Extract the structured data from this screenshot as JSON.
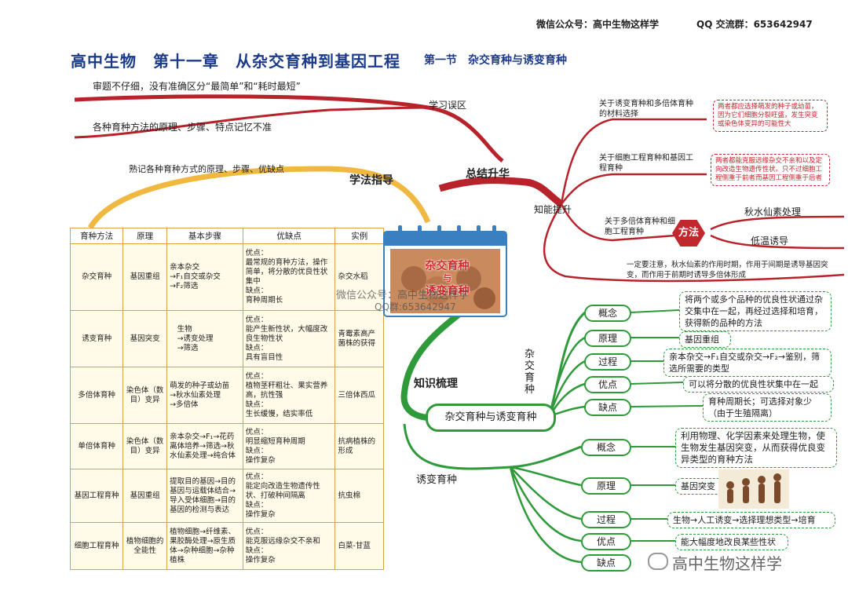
{
  "header": {
    "wechat": "微信公众号：高中生物这样学",
    "qq": "QQ 交流群：653642947",
    "title_main": "高中生物　第十一章　从杂交育种到基因工程",
    "title_section": "第一节　杂交育种与诱变育种"
  },
  "center": {
    "title_line1": "杂交育种",
    "title_line2": "与",
    "title_line3": "诱变育种",
    "watermark1": "微信公众号：高中生物这样学",
    "watermark2": "QQ群:653642947"
  },
  "top_branch": {
    "summary_label": "总结升华",
    "mistakes_label": "学习误区",
    "mistake1": "审题不仔细，没有准确区分“最简单”和“耗时最短”",
    "mistake2": "各种育种方法的原理、步骤、特点记忆不准",
    "guide_label": "学法指导",
    "guide_text": "熟记各种育种方式的原理、步骤、优缺点",
    "ability_label": "知能提升",
    "ability1_title": "关于诱变育种和多倍体育种的材料选择",
    "ability1_note": "两者都应选择萌发的种子或幼苗，因为它们细胞分裂旺盛，发生突变或染色体变异的可能性大",
    "ability2_title": "关于细胞工程育种和基因工程育种",
    "ability2_note": "两者都能克服远缘杂交不亲和以及定向改造生物遗传性状。只不过细胞工程侧重于前者而基因工程侧重于后者",
    "ability3_title": "关于多倍体育种和细胞工程育种",
    "method_label": "方法",
    "method1": "秋水仙素处理",
    "method2": "低温诱导",
    "ability_note": "一定要注意，秋水仙素的作用时期，作用于间期是诱导基因突变，而作用于前期时诱导多倍体形成"
  },
  "knowledge": {
    "label": "知识梳理",
    "root": "杂交育种与诱变育种",
    "hybrid_label": "杂交育种",
    "hybrid": [
      {
        "name": "概念",
        "desc": "将两个或多个品种的优良性状通过杂交集中在一起，再经过选择和培育，获得新的品种的方法"
      },
      {
        "name": "原理",
        "desc": "基因重组"
      },
      {
        "name": "过程",
        "desc": "亲本杂交→F₁自交或杂交→F₂→鉴别，筛选所需要的类型"
      },
      {
        "name": "优点",
        "desc": "可以将分散的优良性状集中在一起"
      },
      {
        "name": "缺点",
        "desc": "育种周期长；可选择对象少（由于生殖隔离）"
      }
    ],
    "mutation_label": "诱变育种",
    "mutation": [
      {
        "name": "概念",
        "desc": "利用物理、化学因素来处理生物，使生物发生基因突变，从而获得优良变异类型的育种方法"
      },
      {
        "name": "原理",
        "desc": "基因突变"
      },
      {
        "name": "过程",
        "desc": "生物→人工诱变→选择理想类型→培育"
      },
      {
        "name": "优点",
        "desc": "能大幅度地改良某些性状"
      },
      {
        "name": "缺点",
        "desc": ""
      }
    ],
    "footer_watermark": "高中生物这样学"
  },
  "table": {
    "headers": [
      "育种方法",
      "原理",
      "基本步骤",
      "优缺点",
      "实例"
    ],
    "rows": [
      {
        "method": "杂交育种",
        "principle": "基因重组",
        "steps": "亲本杂交\n→F₁自交或杂交\n→F₂筛选",
        "pros": "优点：\n最常规的育种方法，操作简单，将分散的优良性状集中\n缺点：\n育种周期长",
        "example": "杂交水稻"
      },
      {
        "method": "诱变育种",
        "principle": "基因突变",
        "steps": "　生物\n　→诱变处理\n　→筛选",
        "pros": "优点：\n能产生新性状，大幅度改良生物性状\n缺点：\n具有盲目性",
        "example": "青霉素高产菌株的获得"
      },
      {
        "method": "多倍体育种",
        "principle": "染色体（数目）变异",
        "steps": "萌发的种子或幼苗\n→秋水仙素处理\n→多倍体",
        "pros": "优点：\n植物茎秆粗壮、果实营养高，抗性强\n缺点：\n生长缓慢，结实率低",
        "example": "三倍体西瓜"
      },
      {
        "method": "单倍体育种",
        "principle": "染色体（数目）变异",
        "steps": "亲本杂交→F₁→花药离体培养→筛选→秋水仙素处理→纯合体",
        "pros": "优点：\n明显缩短育种周期\n缺点：\n操作复杂",
        "example": "抗病植株的形成"
      },
      {
        "method": "基因工程育种",
        "principle": "基因重组",
        "steps": "提取目的基因→目的基因与运载体结合→导入受体细胞→目的基因的检测与表达",
        "pros": "优点：\n能定向改造生物遗传性状、打破种间隔离\n缺点：\n操作复杂",
        "example": "抗虫棉"
      },
      {
        "method": "细胞工程育种",
        "principle": "植物细胞的全能性",
        "steps": "植物细胞→纤维素、果胶酶处理→原生质体→杂种细胞→杂种植株",
        "pros": "优点：\n能克服远缘杂交不亲和\n缺点：\n操作复杂",
        "example": "白菜-甘蓝"
      }
    ]
  },
  "colors": {
    "title": "#1b3a8a",
    "red_branch": "#b8232b",
    "green_branch": "#2e9a3a",
    "orange_branch": "#f0b840",
    "table_border": "#d8a340"
  }
}
